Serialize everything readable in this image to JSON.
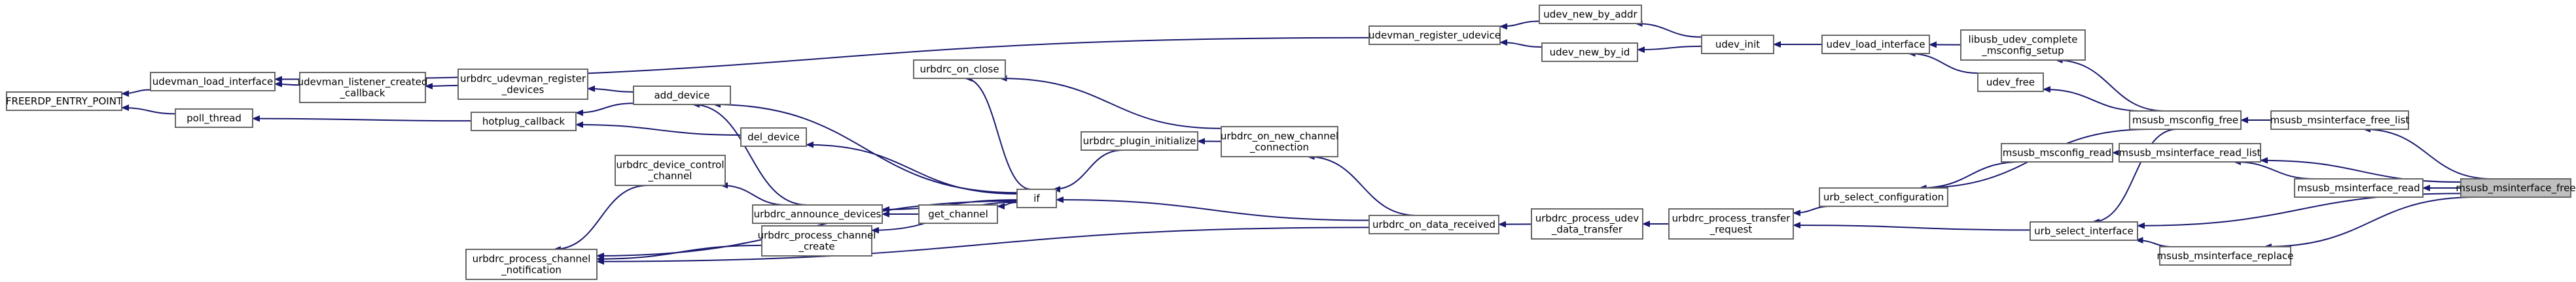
{
  "nodes": {
    "FREERDP_ENTRY_POINT": [
      "FREERDP_ENTRY_POINT"
    ],
    "udevman_load_interface": [
      "udevman_load_interface"
    ],
    "poll_thread": [
      "poll_thread"
    ],
    "udevman_listener_created_callback": [
      "udevman_listener_created",
      "_callback"
    ],
    "urbdrc_udevman_register_devices": [
      "urbdrc_udevman_register",
      "_devices"
    ],
    "hotplug_callback": [
      "hotplug_callback"
    ],
    "add_device": [
      "add_device"
    ],
    "del_device": [
      "del_device"
    ],
    "urbdrc_on_close": [
      "urbdrc_on_close"
    ],
    "urbdrc_device_control_channel": [
      "urbdrc_device_control",
      "_channel"
    ],
    "urbdrc_announce_devices": [
      "urbdrc_announce_devices"
    ],
    "urbdrc_process_channel_notification": [
      "urbdrc_process_channel",
      "_notification"
    ],
    "urbdrc_process_channel_create": [
      "urbdrc_process_channel",
      "_create"
    ],
    "get_channel": [
      "get_channel"
    ],
    "if": [
      "if"
    ],
    "urbdrc_plugin_initialize": [
      "urbdrc_plugin_initialize"
    ],
    "urbdrc_on_new_channel_connection": [
      "urbdrc_on_new_channel",
      "_connection"
    ],
    "urbdrc_on_data_received": [
      "urbdrc_on_data_received"
    ],
    "udevman_register_udevice": [
      "udevman_register_udevice"
    ],
    "udev_new_by_addr": [
      "udev_new_by_addr"
    ],
    "udev_new_by_id": [
      "udev_new_by_id"
    ],
    "udev_init": [
      "udev_init"
    ],
    "urbdrc_process_udev_data_transfer": [
      "urbdrc_process_udev",
      "_data_transfer"
    ],
    "urbdrc_process_transfer_request": [
      "urbdrc_process_transfer",
      "_request"
    ],
    "udev_load_interface": [
      "udev_load_interface"
    ],
    "udev_free": [
      "udev_free"
    ],
    "urb_select_configuration": [
      "urb_select_configuration"
    ],
    "urb_select_interface": [
      "urb_select_interface"
    ],
    "libusb_udev_complete_msconfig_setup": [
      "libusb_udev_complete",
      "_msconfig_setup"
    ],
    "msusb_msconfig_free": [
      "msusb_msconfig_free"
    ],
    "msusb_msconfig_read": [
      "msusb_msconfig_read"
    ],
    "msusb_msinterface_free_list": [
      "msusb_msinterface_free_list"
    ],
    "msusb_msinterface_read_list": [
      "msusb_msinterface_read_list"
    ],
    "msusb_msinterface_read": [
      "msusb_msinterface_read"
    ],
    "msusb_msinterface_replace": [
      "msusb_msinterface_replace"
    ],
    "msusb_msinterface_free": [
      "msusb_msinterface_free"
    ]
  },
  "root_node": "msusb_msinterface_free",
  "edges": [
    [
      "FREERDP_ENTRY_POINT",
      "udevman_load_interface"
    ],
    [
      "FREERDP_ENTRY_POINT",
      "poll_thread"
    ],
    [
      "udevman_load_interface",
      "udevman_register_udevice"
    ],
    [
      "udevman_load_interface",
      "udevman_listener_created_callback"
    ],
    [
      "udevman_listener_created_callback",
      "urbdrc_udevman_register_devices"
    ],
    [
      "urbdrc_udevman_register_devices",
      "add_device"
    ],
    [
      "poll_thread",
      "hotplug_callback"
    ],
    [
      "hotplug_callback",
      "add_device"
    ],
    [
      "hotplug_callback",
      "del_device"
    ],
    [
      "add_device",
      "urbdrc_announce_devices"
    ],
    [
      "add_device",
      "if"
    ],
    [
      "del_device",
      "if"
    ],
    [
      "urbdrc_on_close",
      "if"
    ],
    [
      "urbdrc_device_control_channel",
      "urbdrc_announce_devices"
    ],
    [
      "urbdrc_announce_devices",
      "get_channel"
    ],
    [
      "urbdrc_process_channel_notification",
      "urbdrc_device_control_channel"
    ],
    [
      "urbdrc_process_channel_notification",
      "urbdrc_process_channel_create"
    ],
    [
      "urbdrc_process_channel_notification",
      "if"
    ],
    [
      "urbdrc_process_channel_create",
      "if"
    ],
    [
      "get_channel",
      "if"
    ],
    [
      "urbdrc_announce_devices",
      "if"
    ],
    [
      "if",
      "urbdrc_plugin_initialize"
    ],
    [
      "if",
      "urbdrc_on_data_received"
    ],
    [
      "urbdrc_plugin_initialize",
      "urbdrc_on_new_channel_connection"
    ],
    [
      "urbdrc_on_new_channel_connection",
      "urbdrc_on_data_received"
    ],
    [
      "urbdrc_on_close",
      "urbdrc_on_new_channel_connection"
    ],
    [
      "urbdrc_process_channel_notification",
      "urbdrc_on_data_received"
    ],
    [
      "urbdrc_on_data_received",
      "urbdrc_process_udev_data_transfer"
    ],
    [
      "urbdrc_process_udev_data_transfer",
      "urbdrc_process_transfer_request"
    ],
    [
      "urbdrc_process_transfer_request",
      "urb_select_configuration"
    ],
    [
      "urbdrc_process_transfer_request",
      "urb_select_interface"
    ],
    [
      "udevman_register_udevice",
      "udev_new_by_addr"
    ],
    [
      "udevman_register_udevice",
      "udev_new_by_id"
    ],
    [
      "udev_new_by_addr",
      "udev_init"
    ],
    [
      "udev_new_by_id",
      "udev_init"
    ],
    [
      "udev_init",
      "udev_load_interface"
    ],
    [
      "udev_load_interface",
      "libusb_udev_complete_msconfig_setup"
    ],
    [
      "udev_load_interface",
      "udev_free"
    ],
    [
      "libusb_udev_complete_msconfig_setup",
      "msusb_msconfig_free"
    ],
    [
      "udev_free",
      "msusb_msconfig_free"
    ],
    [
      "urb_select_configuration",
      "msusb_msconfig_free"
    ],
    [
      "urb_select_configuration",
      "msusb_msconfig_read"
    ],
    [
      "urb_select_interface",
      "msusb_msconfig_free"
    ],
    [
      "urb_select_interface",
      "msusb_msinterface_replace"
    ],
    [
      "urb_select_interface",
      "msusb_msinterface_free"
    ],
    [
      "msusb_msconfig_read",
      "msusb_msinterface_read_list"
    ],
    [
      "msusb_msconfig_free",
      "msusb_msinterface_free_list"
    ],
    [
      "msusb_msinterface_read_list",
      "msusb_msinterface_read"
    ],
    [
      "msusb_msinterface_free_list",
      "msusb_msinterface_free"
    ],
    [
      "msusb_msinterface_read_list",
      "msusb_msinterface_free"
    ],
    [
      "msusb_msinterface_read",
      "msusb_msinterface_free"
    ],
    [
      "msusb_msinterface_replace",
      "msusb_msinterface_free"
    ]
  ],
  "colors": {
    "edge": "#191970",
    "node_border": "#666666",
    "root_fill": "#bfbfbf"
  }
}
